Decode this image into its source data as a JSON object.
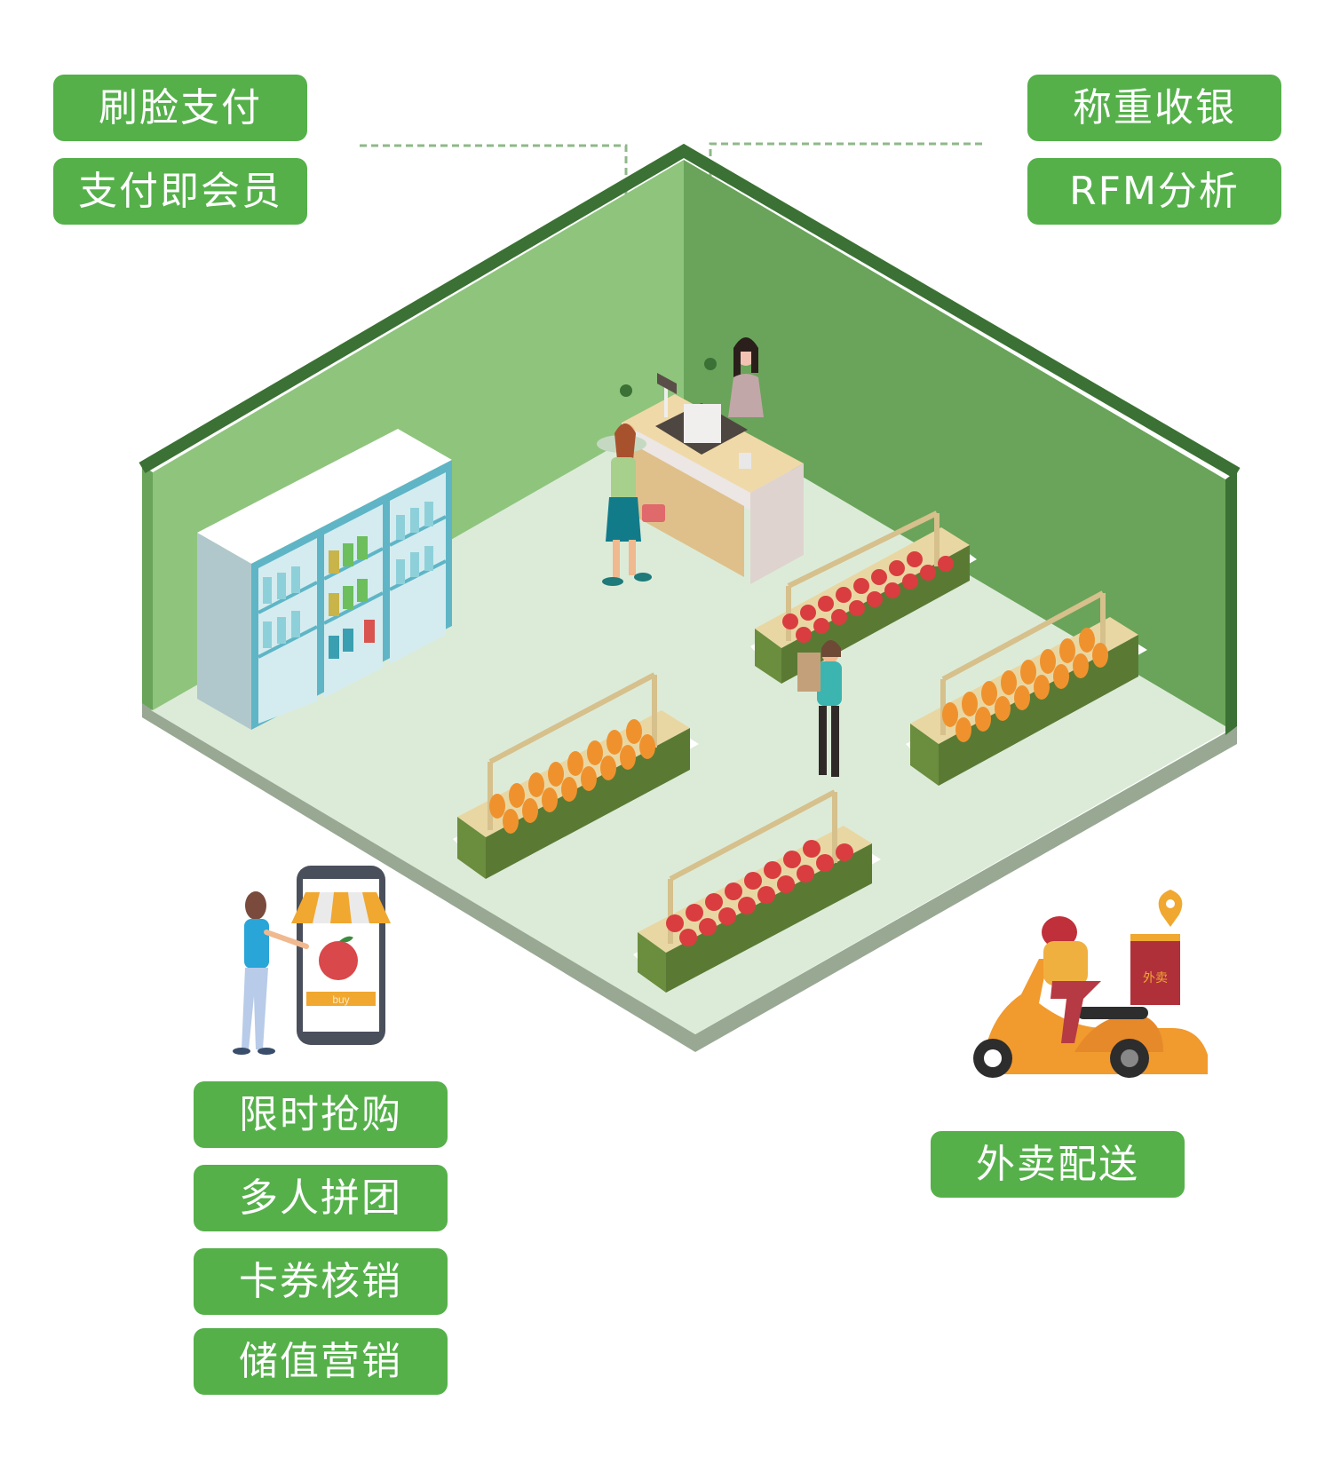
{
  "colors": {
    "tag_bg": "#55b04a",
    "tag_text": "#ffffff",
    "wall_left": "#8fc47d",
    "wall_right": "#69a45a",
    "wall_edge": "#3b7134",
    "floor": "#dcebd8",
    "floor_edge": "#98a893",
    "leader_line": "#8fb88a"
  },
  "feature_tags": {
    "top_left": [
      "刷脸支付",
      "支付即会员"
    ],
    "top_right": [
      "称重收银",
      "RFM分析"
    ],
    "bottom_left": [
      "限时抢购",
      "多人拼团",
      "卡券核销",
      "储值营销"
    ],
    "bottom_right": [
      "外卖配送"
    ]
  },
  "illustration": {
    "phone_button_label": "buy",
    "delivery_box_label": "外卖",
    "elements": [
      "store-room",
      "drink-fridge",
      "checkout-counter",
      "cashier",
      "customer",
      "tomato-stand",
      "carrot-stand",
      "mobile-shop-phone",
      "delivery-scooter"
    ]
  }
}
